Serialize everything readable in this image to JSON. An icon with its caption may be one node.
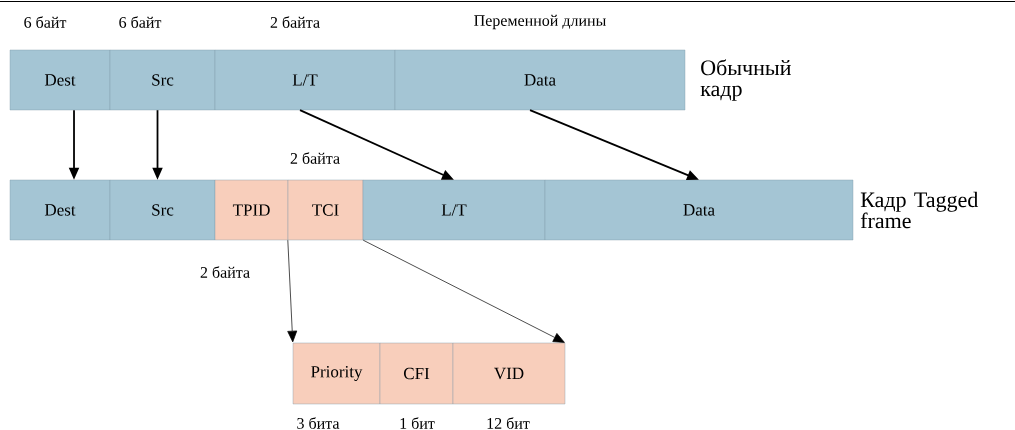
{
  "diagram": {
    "nodes": [
      {
        "text": [
          "Dest"
        ]
      },
      {
        "text": [
          "Src"
        ]
      },
      {
        "text": [
          "L/T"
        ]
      },
      {
        "text": [
          "Data"
        ]
      },
      {
        "text": [
          "Dest"
        ]
      },
      {
        "text": [
          "Src"
        ]
      },
      {
        "text": [
          "TPID"
        ]
      },
      {
        "text": [
          "TCI"
        ]
      },
      {
        "text": [
          "L/T"
        ]
      },
      {
        "text": [
          "Data"
        ]
      },
      {
        "text": [
          "Priority"
        ]
      },
      {
        "text": [
          "CFI"
        ]
      },
      {
        "text": [
          "VID"
        ]
      }
    ],
    "edges": [
      {
        "from": 0,
        "to": 4,
        "arrow": "to"
      },
      {
        "from": 1,
        "to": 5,
        "arrow": "to"
      },
      {
        "from": 2,
        "to": 8,
        "arrow": "to"
      },
      {
        "from": 3,
        "to": 9,
        "arrow": "to"
      },
      {
        "from": 7,
        "to": 10,
        "arrow": "to"
      },
      {
        "from": 7,
        "to": 12,
        "arrow": "to"
      }
    ],
    "labels": [
      "6 байт",
      "6 байт",
      "2 байта",
      "Переменной длины",
      "Обычный кадр",
      "2 байта",
      "Кадр Tagged frame",
      "2 байта",
      "3 бита",
      "1 бит",
      "12 бит"
    ]
  }
}
